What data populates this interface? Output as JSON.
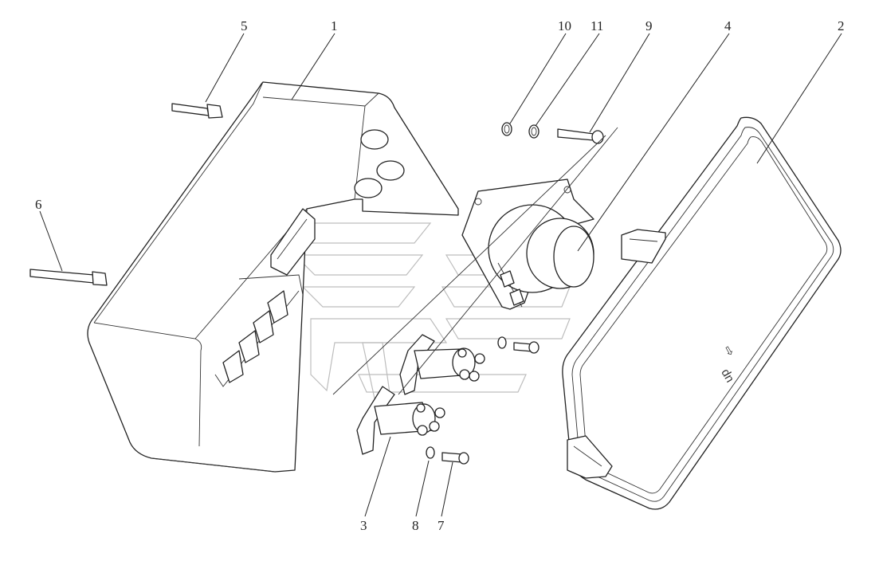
{
  "callouts": [
    {
      "id": "1",
      "label": "1"
    },
    {
      "id": "2",
      "label": "2"
    },
    {
      "id": "3",
      "label": "3"
    },
    {
      "id": "4",
      "label": "4"
    },
    {
      "id": "5",
      "label": "5"
    },
    {
      "id": "6",
      "label": "6"
    },
    {
      "id": "7",
      "label": "7"
    },
    {
      "id": "8",
      "label": "8"
    },
    {
      "id": "9",
      "label": "9"
    },
    {
      "id": "10",
      "label": "10"
    },
    {
      "id": "11",
      "label": "11"
    }
  ],
  "cover_marking": {
    "arrow": "arrow-icon",
    "text": "up"
  }
}
